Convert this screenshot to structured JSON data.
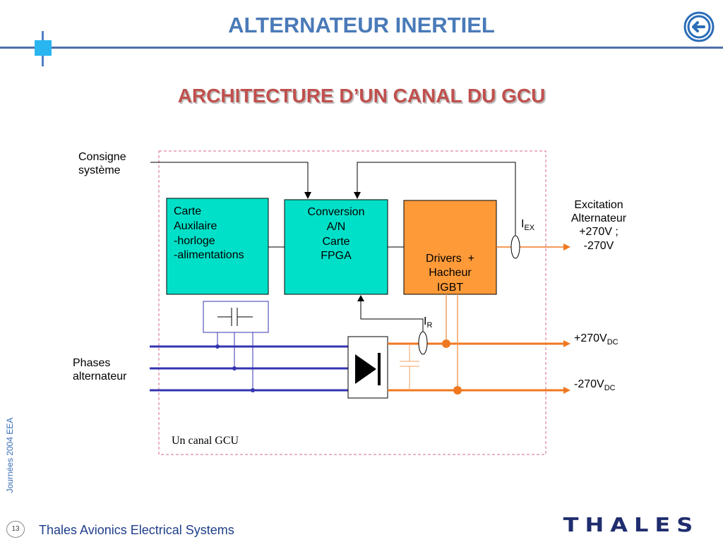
{
  "header": {
    "title": "ALTERNATEUR INERTIEL",
    "back_icon": "back-arrow-icon"
  },
  "subtitle": "ARCHITECTURE D’UN CANAL DU GCU",
  "diagram": {
    "consigne": [
      "Consigne",
      "système"
    ],
    "phases": [
      "Phases",
      "alternateur"
    ],
    "carte_auxilaire": [
      "Carte",
      "Auxilaire",
      "-horloge",
      "-alimentations"
    ],
    "conversion": [
      "Conversion",
      "A/N",
      "Carte",
      "FPGA"
    ],
    "drivers": [
      "Drivers  +",
      "Hacheur",
      "IGBT"
    ],
    "excitation": [
      "Excitation",
      "Alternateur",
      "+270V ;",
      "-270V"
    ],
    "iex": {
      "main": "I",
      "sub": "EX"
    },
    "ir": {
      "main": "I",
      "sub": "R"
    },
    "v_pos": {
      "main": "+270V",
      "sub": "DC"
    },
    "v_neg": {
      "main": "-270V",
      "sub": "DC"
    },
    "canal_label": "Un canal GCU",
    "colors": {
      "cyan": "#00e0c8",
      "orange": "#ff9a38",
      "orange_line": "#f07820",
      "blue_line": "#3434b0",
      "dashed": "#d46a84"
    }
  },
  "footer": {
    "company": "Thales Avionics Electrical Systems",
    "page": "13",
    "side_text": "Journées 2004 EEA",
    "logo": "THALES"
  }
}
